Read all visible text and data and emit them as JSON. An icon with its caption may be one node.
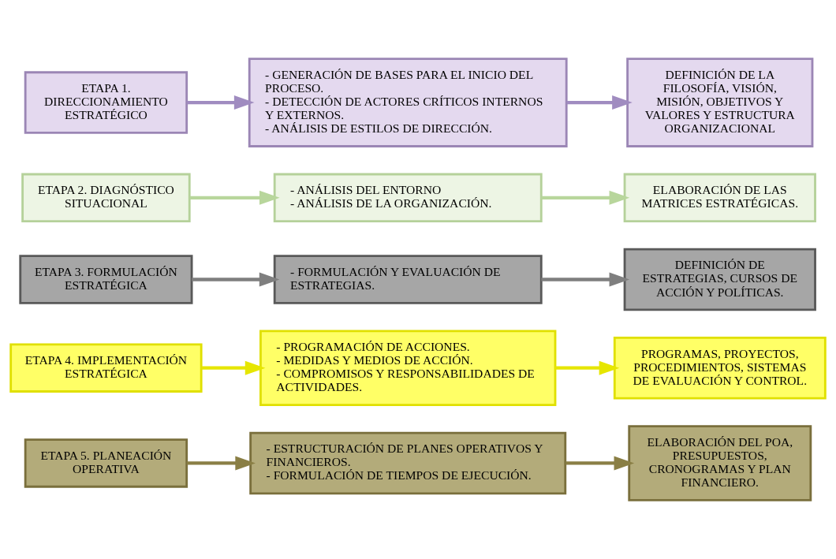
{
  "diagram": {
    "nodes": [
      {
        "text": [
          "ETAPA 1. DIRECCIONAMIENTO ESTRATÉGICO"
        ]
      },
      {
        "text": [
          "- GENERACIÓN DE BASES PARA EL INICIO DEL PROCESO.",
          "- DETECCIÓN DE ACTORES CRÍTICOS INTERNOS Y EXTERNOS.",
          "- ANÁLISIS DE ESTILOS DE DIRECCIÓN."
        ]
      },
      {
        "text": [
          "DEFINICIÓN DE LA FILOSOFÍA, VISIÓN, MISIÓN, OBJETIVOS Y VALORES Y ESTRUCTURA ORGANIZACIONAL"
        ]
      },
      {
        "text": [
          "ETAPA 2. DIAGNÓSTICO SITUACIONAL"
        ]
      },
      {
        "text": [
          "- ANÁLISIS DEL ENTORNO",
          "- ANÁLISIS DE LA ORGANIZACIÓN."
        ]
      },
      {
        "text": [
          "ELABORACIÓN DE LAS MATRICES ESTRATÉGICAS."
        ]
      },
      {
        "text": [
          "ETAPA 3. FORMULACIÓN ESTRATÉGICA"
        ]
      },
      {
        "text": [
          "- FORMULACIÓN Y EVALUACIÓN DE ESTRATEGIAS."
        ]
      },
      {
        "text": [
          "DEFINICIÓN DE ESTRATEGIAS, CURSOS DE ACCIÓN Y POLÍTICAS."
        ]
      },
      {
        "text": [
          "ETAPA 4. IMPLEMENTACIÓN ESTRATÉGICA"
        ]
      },
      {
        "text": [
          "- PROGRAMACIÓN DE ACCIONES.",
          "- MEDIDAS Y MEDIOS DE ACCIÓN.",
          "- COMPROMISOS Y RESPONSABILIDADES DE ACTIVIDADES."
        ]
      },
      {
        "text": [
          "PROGRAMAS, PROYECTOS, PROCEDIMIENTOS, SISTEMAS DE EVALUACIÓN Y CONTROL."
        ]
      },
      {
        "text": [
          "ETAPA 5. PLANEACIÓN OPERATIVA"
        ]
      },
      {
        "text": [
          "- ESTRUCTURACIÓN DE PLANES OPERATIVOS Y FINANCIEROS.",
          "- FORMULACIÓN DE TIEMPOS DE EJECUCIÓN."
        ]
      },
      {
        "text": [
          "ELABORACIÓN DEL POA, PRESUPUESTOS, CRONOGRAMAS Y PLAN FINANCIERO."
        ]
      }
    ],
    "edges": [
      {
        "from": 0,
        "to": 1,
        "arrow": "to",
        "color": "#a08cc0"
      },
      {
        "from": 1,
        "to": 2,
        "arrow": "to",
        "color": "#a08cc0"
      },
      {
        "from": 3,
        "to": 4,
        "arrow": "to",
        "color": "#b8d69c"
      },
      {
        "from": 4,
        "to": 5,
        "arrow": "to",
        "color": "#b8d69c"
      },
      {
        "from": 6,
        "to": 7,
        "arrow": "to",
        "color": "#7f7f7f"
      },
      {
        "from": 7,
        "to": 8,
        "arrow": "to",
        "color": "#7f7f7f"
      },
      {
        "from": 9,
        "to": 10,
        "arrow": "to",
        "color": "#e6e600"
      },
      {
        "from": 10,
        "to": 11,
        "arrow": "to",
        "color": "#e6e600"
      },
      {
        "from": 12,
        "to": 13,
        "arrow": "to",
        "color": "#8a7f45"
      },
      {
        "from": 13,
        "to": 14,
        "arrow": "to",
        "color": "#8a7f45"
      }
    ]
  }
}
